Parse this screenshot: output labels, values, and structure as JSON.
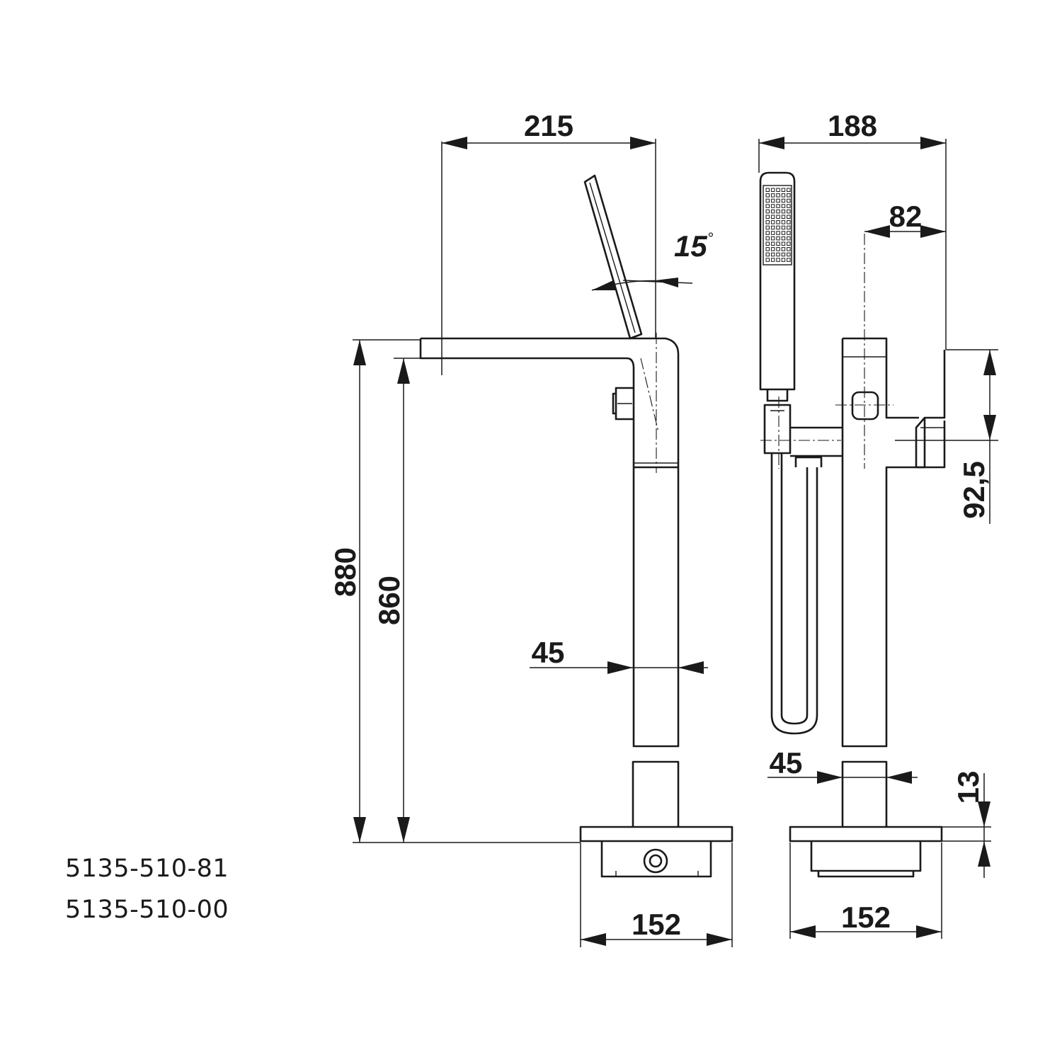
{
  "product_codes": [
    "5135-510-81",
    "5135-510-00"
  ],
  "dimensions": {
    "side_reach": "215",
    "front_width": "188",
    "handle_offset": "82",
    "handshower_angle": "15",
    "angle_unit": "°",
    "total_height": "880",
    "spout_height": "860",
    "pipe_width_side": "45",
    "pipe_width_front": "45",
    "lever_offset": "92,5",
    "base_thickness": "13",
    "base_width_side": "152",
    "base_width_front": "152"
  }
}
